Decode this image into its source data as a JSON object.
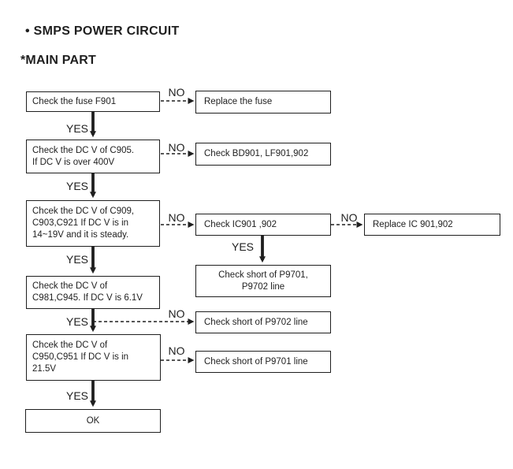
{
  "page": {
    "title": "• SMPS POWER CIRCUIT",
    "subtitle": "*MAIN PART"
  },
  "labels": {
    "yes": "YES",
    "no": "NO"
  },
  "boxes": {
    "check_fuse": "Check the fuse F901",
    "replace_fuse": "Replace the fuse",
    "check_c905": "Check the DC V of C905.\nIf DC V is over 400V",
    "check_bd901": "Check BD901, LF901,902",
    "check_c909": "Chcek the DC V of C909,\nC903,C921 If DC V is in\n14~19V and it is steady.",
    "check_ic901": "Check IC901 ,902",
    "replace_ic901": "Replace IC 901,902",
    "check_short_p9701_p9702": "Check short of P9701,\nP9702 line",
    "check_c981": "Check the DC V of\nC981,C945. If DC V is 6.1V",
    "check_short_p9702": "Check short of P9702 line",
    "check_c950": "Chcek the DC V of\nC950,C951 If DC V is in\n21.5V",
    "check_short_p9701": "Check short of P9701 line",
    "ok": "OK"
  },
  "colors": {
    "ink": "#1f1f1f",
    "background": "#ffffff"
  }
}
